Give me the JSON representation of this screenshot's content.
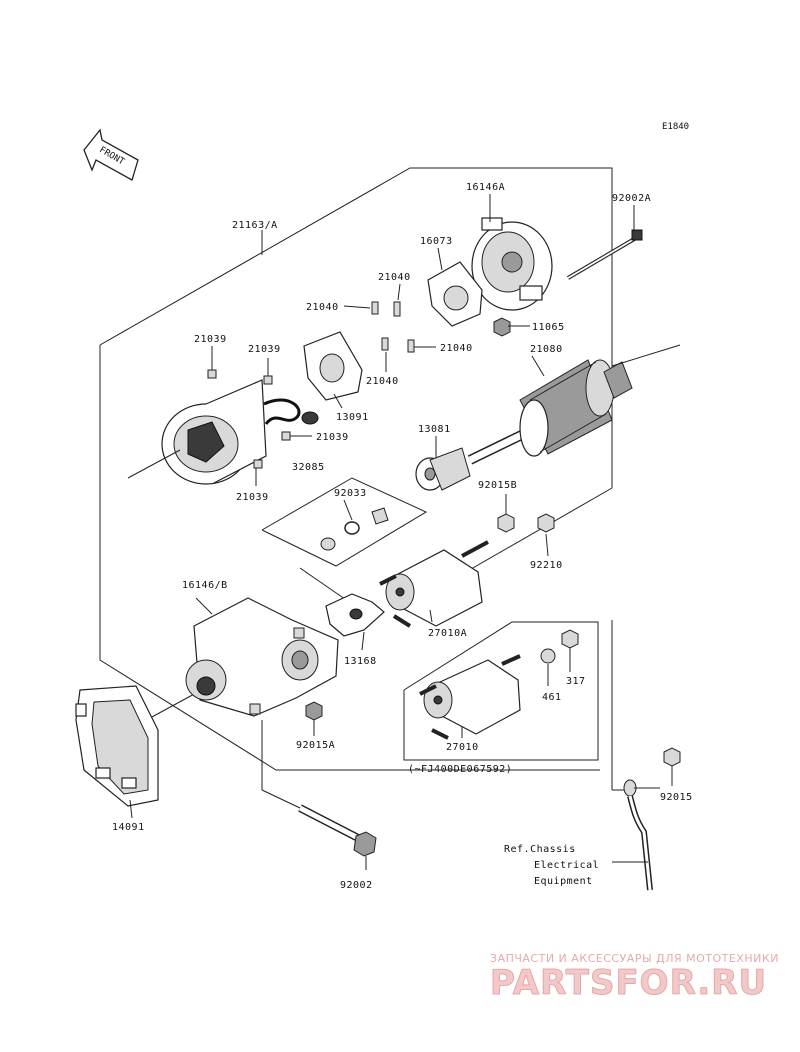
{
  "diagram_code": "E1840",
  "front_label": "FRONT",
  "parts": {
    "p21163": "21163/A",
    "p16146a": "16146A",
    "p92002a": "92002A",
    "p16073": "16073",
    "p21040a": "21040",
    "p21040b": "21040",
    "p21040c": "21040",
    "p21040d": "21040",
    "p11065": "11065",
    "p21039a": "21039",
    "p21039b": "21039",
    "p21039c": "21039",
    "p21039d": "21039",
    "p13091": "13091",
    "p21080": "21080",
    "p13081": "13081",
    "p32085": "32085",
    "p92033": "92033",
    "p92015b": "92015B",
    "p92210": "92210",
    "p16146b": "16146/B",
    "p27010a": "27010A",
    "p13168": "13168",
    "p461": "461",
    "p317": "317",
    "p27010": "27010",
    "p92015a": "92015A",
    "p92015": "92015",
    "p14091": "14091",
    "p92002": "92002"
  },
  "serial_note": "(~FJ400DE067592)",
  "reference": {
    "line1": "Ref.Chassis",
    "line2": "Electrical",
    "line3": "Equipment"
  },
  "watermark": {
    "tagline": "ЗАПЧАСТИ И АКСЕССУАРЫ ДЛЯ МОТОТЕХНИКИ",
    "brand": "PARTSFOR.RU"
  }
}
